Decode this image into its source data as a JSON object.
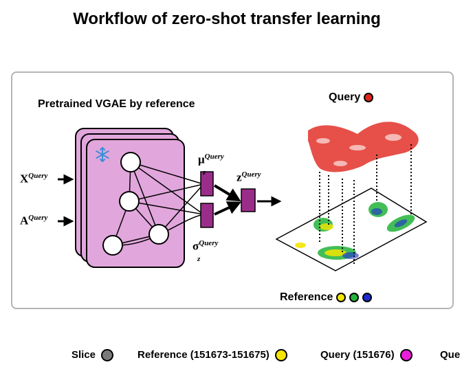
{
  "title": "Workflow of zero-shot transfer learning",
  "panel_title": "Pretrained VGAE by reference",
  "inputs": {
    "x_base": "X",
    "x_sup": "Query",
    "a_base": "A",
    "a_sup": "Query"
  },
  "latent": {
    "mu_base": "μ",
    "mu_sub": "z",
    "mu_sup": "Query",
    "sigma_base": "σ",
    "sigma_sub": "z",
    "sigma_sup": "Query",
    "z_base": "z",
    "z_sup": "Query"
  },
  "freeze_icon": "snowflake-icon",
  "query_label": "Query",
  "reference_label": "Reference",
  "colors": {
    "query": "#e0241b",
    "reference_yellow": "#f5e600",
    "reference_green": "#22b33a",
    "reference_blue": "#1c2bd0",
    "network_card": "#e1a6dc",
    "latent_box": "#9b2d8a",
    "slice": "#7a7a7a",
    "legend_query_magenta": "#e81ed8"
  },
  "legend": {
    "slice_label": "Slice",
    "reference_label": "Reference (151673-151675)",
    "query_label": "Query (151676)",
    "truncated_label": "Que"
  }
}
